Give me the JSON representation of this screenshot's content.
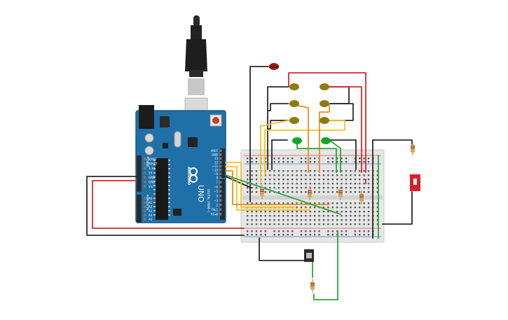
{
  "colors": {
    "background": "#ffffff",
    "arduino_board": "#1f6fa8",
    "arduino_border": "#1a5c8e",
    "header": "#2b2b2b",
    "breadboard": "#e6e6e6",
    "breadboard_border": "#c9c9c9",
    "rail_red": "#d9534f",
    "rail_blue": "#4a7bd0",
    "wire_black": "#2a2a2a",
    "wire_red": "#d42a2a",
    "wire_yellow": "#f2c618",
    "wire_orange": "#f08a1c",
    "wire_green": "#2aa636",
    "led_red": "#a01818",
    "led_yellow": "#8c7a12",
    "led_green": "#12a62a",
    "resistor_body": "#d8b27a",
    "switch_red": "#d8202a"
  },
  "arduino": {
    "brand_label": "ARDUINO",
    "model_label": "UNO",
    "power_pins": [
      "IOREF",
      "RESET",
      "3.3V",
      "5V",
      "GND",
      "GND",
      "Vin"
    ],
    "analog_pins": [
      "A0",
      "A1",
      "A2",
      "A3",
      "A4",
      "A5"
    ],
    "analog_header_label": "ANALOG IN",
    "power_header_label": "POWER",
    "digital_top_pins": [
      "AREF",
      "GND",
      "13",
      "12",
      "~11",
      "~10",
      "~9",
      "8"
    ],
    "digital_bottom_pins": [
      "7",
      "~6",
      "~5",
      "4",
      "~3",
      "2",
      "TX▸1",
      "RX◂0"
    ],
    "digital_header_label": "DIGITAL (PWM~)"
  },
  "icons": {
    "usb_cable": "usb-cable-icon",
    "arduino_logo": "infinity-logo-icon",
    "reset_button": "reset-button-icon",
    "push_button": "push-button-icon",
    "slide_switch": "slide-switch-icon"
  }
}
